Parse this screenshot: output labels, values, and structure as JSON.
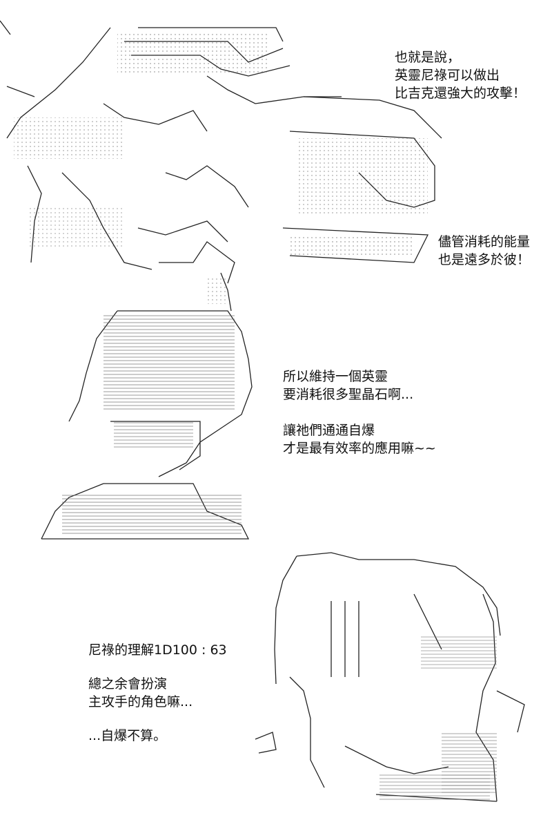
{
  "dialogue": {
    "speech_1": [
      "也就是說，",
      "英靈尼祿可以做出",
      "比吉克還強大的攻擊！"
    ],
    "speech_2": [
      "儘管消耗的能量",
      "也是遠多於彼！"
    ],
    "speech_3": [
      "所以維持一個英靈",
      "要消耗很多聖晶石啊..."
    ],
    "speech_4": [
      "讓祂們通通自爆",
      "才是最有效率的應用嘛~~"
    ],
    "dice_result": "尼祿的理解1D100 : 63",
    "speech_5": [
      "總之余會扮演",
      "主攻手的角色嘛..."
    ],
    "speech_6": "...自爆不算。"
  }
}
